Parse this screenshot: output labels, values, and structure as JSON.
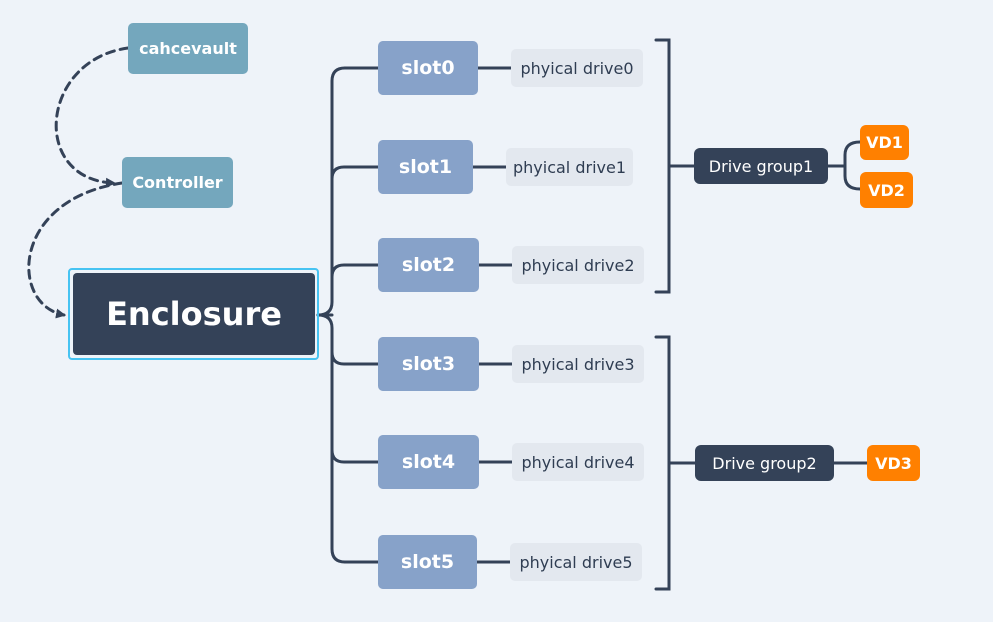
{
  "cache": {
    "label": "cahcevault"
  },
  "controller": {
    "label": "Controller"
  },
  "enclosure": {
    "label": "Enclosure"
  },
  "slots": [
    {
      "label": "slot0",
      "drive": "phyical drive0"
    },
    {
      "label": "slot1",
      "drive": "phyical drive1"
    },
    {
      "label": "slot2",
      "drive": "phyical drive2"
    },
    {
      "label": "slot3",
      "drive": "phyical drive3"
    },
    {
      "label": "slot4",
      "drive": "phyical drive4"
    },
    {
      "label": "slot5",
      "drive": "phyical drive5"
    }
  ],
  "groups": [
    {
      "label": "Drive group1",
      "vds": [
        "VD1",
        "VD2"
      ]
    },
    {
      "label": "Drive group2",
      "vds": [
        "VD3"
      ]
    }
  ],
  "colors": {
    "background": "#eef3f9",
    "connector": "#344258",
    "slot": "#87a2c9",
    "drive": "#e3e8ef",
    "teal": "#74a7bd",
    "group": "#344258",
    "vd": "#ff8000",
    "highlight": "#46c3f2"
  }
}
